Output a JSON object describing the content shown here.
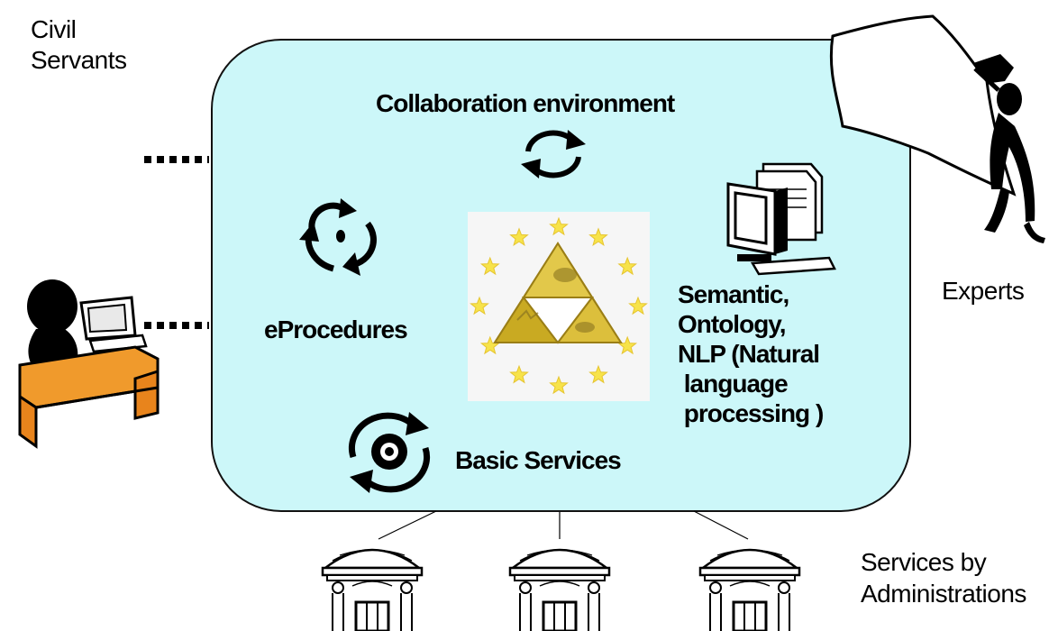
{
  "labels": {
    "civil_servants": [
      "Civil",
      "Servants"
    ],
    "experts": "Experts",
    "services_by_administrations": [
      "Services by",
      "Administrations"
    ],
    "collaboration_environment": "Collaboration environment",
    "eprocedures": "eProcedures",
    "basic_services": "Basic Services",
    "semantic_lines": [
      "Semantic,",
      "Ontology,",
      "NLP (Natural",
      " language",
      " processing )"
    ]
  },
  "colors": {
    "panel_fill": "#ccf7f9",
    "star_yellow": "#f7e34a",
    "triangle_gold": "#d4b62a",
    "desk_orange": "#f09a2c"
  },
  "icons": [
    "civil-servant-at-desk-icon",
    "expert-with-board-icon",
    "administration-building-icon",
    "sync-arrows-icon",
    "recycle-arrows-icon",
    "refresh-target-icon",
    "computer-with-documents-icon",
    "eu-stars-triangle-logo-icon"
  ]
}
